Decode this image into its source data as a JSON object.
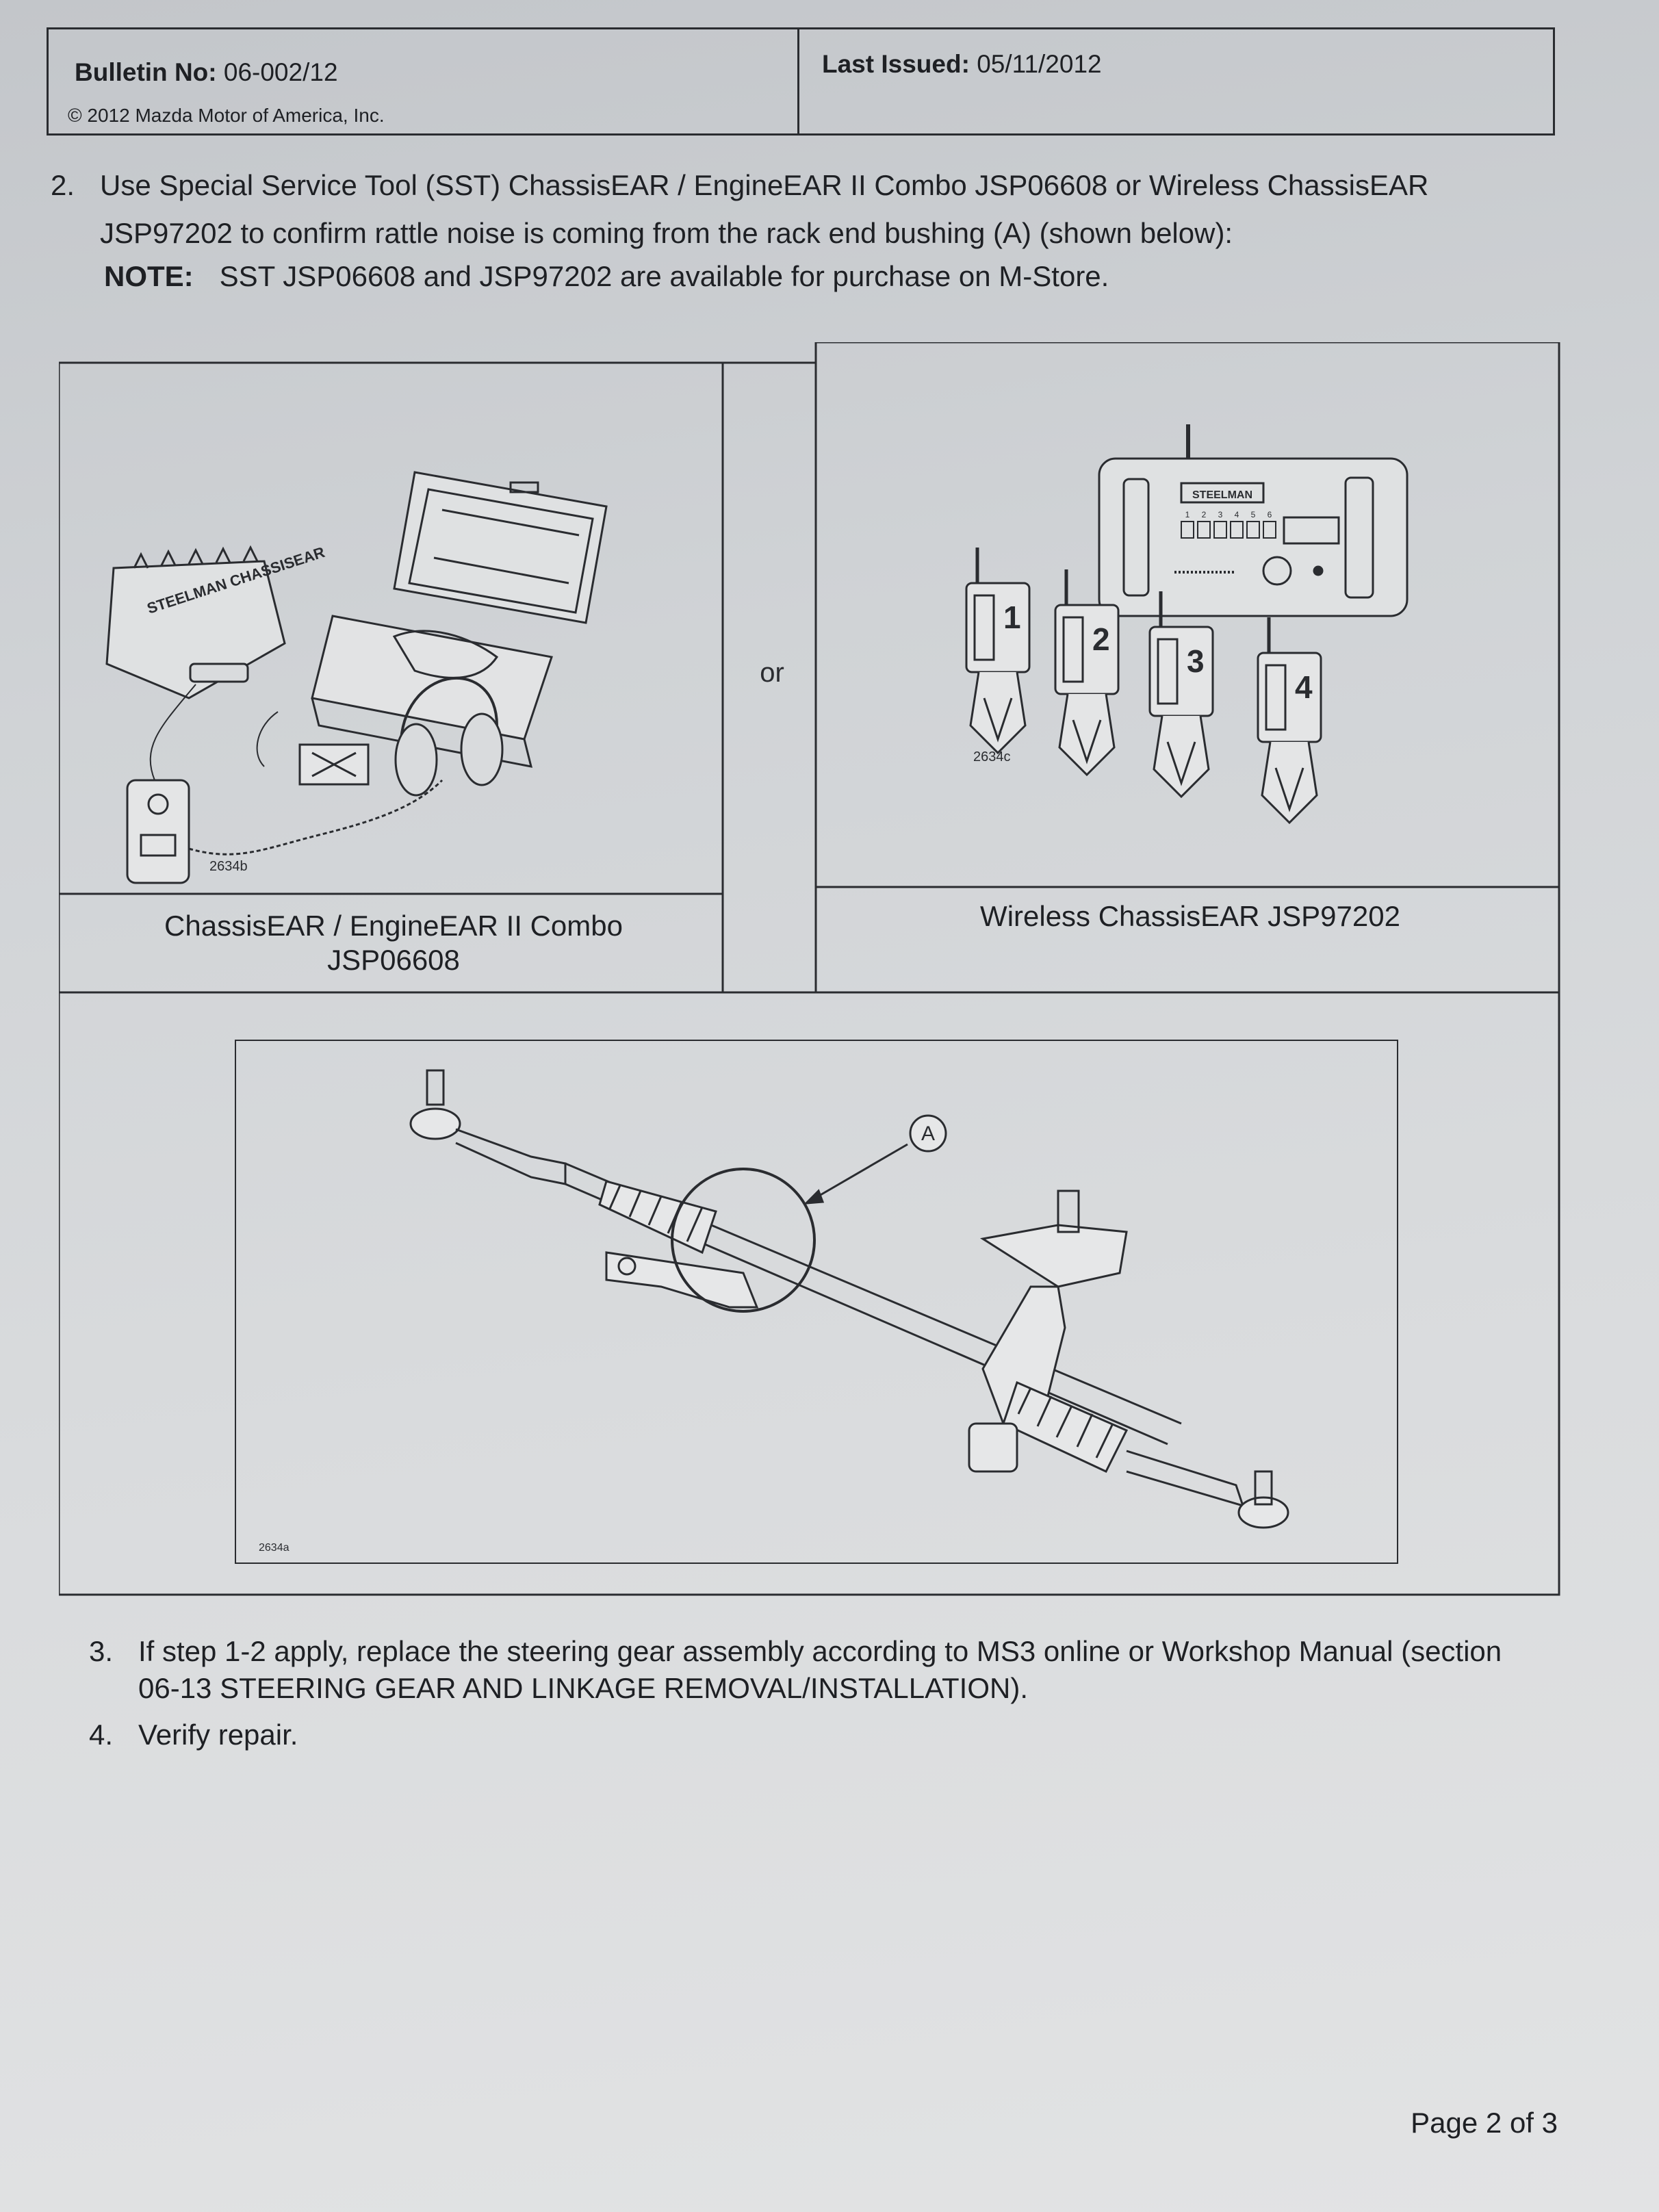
{
  "header": {
    "bulletin_label": "Bulletin No:",
    "bulletin_value": "06-002/12",
    "copyright": "© 2012 Mazda Motor of America, Inc.",
    "issued_label": "Last Issued:",
    "issued_value": "05/11/2012"
  },
  "step2": {
    "number": "2.",
    "line1": "Use Special Service Tool (SST) ChassisEAR / EngineEAR II Combo JSP06608 or Wireless ChassisEAR",
    "line2": "JSP97202 to confirm rattle noise is coming from the rack end bushing (A) (shown below):"
  },
  "note": {
    "label": "NOTE:",
    "text": "SST JSP06608 and JSP97202 are available for purchase on M-Store."
  },
  "figures": {
    "left_id": "2634b",
    "left_brand": "STEELMAN CHASSISEAR",
    "left_caption_line1": "ChassisEAR / EngineEAR II Combo",
    "left_caption_line2": "JSP06608",
    "or_text": "or",
    "right_id": "2634c",
    "right_brand": "STEELMAN",
    "right_channels": [
      "1",
      "2",
      "3",
      "4",
      "5",
      "6"
    ],
    "transmitters": [
      "1",
      "2",
      "3",
      "4"
    ],
    "right_caption": "Wireless ChassisEAR JSP97202",
    "bottom_id": "2634a",
    "callout": "A"
  },
  "step3": {
    "number": "3.",
    "line1": "If step 1-2 apply, replace the steering gear assembly according to MS3 online or Workshop Manual (section",
    "line2": "06-13 STEERING GEAR AND LINKAGE REMOVAL/INSTALLATION)."
  },
  "step4": {
    "number": "4.",
    "text": "Verify repair."
  },
  "footer": {
    "page": "Page 2 of 3"
  }
}
